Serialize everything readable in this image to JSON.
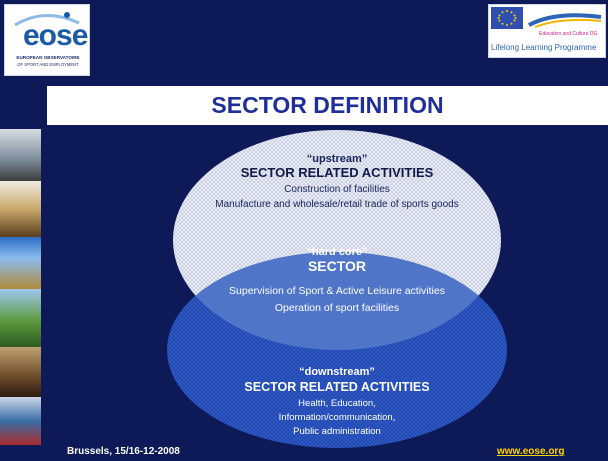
{
  "logo": {
    "acronym": "eose",
    "line1": "EUROPEAN OBSERVATOIRE",
    "line2": "OF SPORT AND EMPLOYMENT"
  },
  "eu_logo": {
    "caption": "Education and Culture DG",
    "program": "Lifelong Learning Programme"
  },
  "title": "SECTOR DEFINITION",
  "upstream": {
    "quote": "“upstream”",
    "heading": "SECTOR RELATED ACTIVITIES",
    "line1": "Construction of facilities",
    "line2": "Manufacture and wholesale/retail trade of sports goods"
  },
  "hardcore": {
    "quote": "“hard core”",
    "heading": "SECTOR",
    "line1": "Supervision of Sport & Active Leisure activities",
    "line2": "Operation of sport facilities"
  },
  "downstream": {
    "quote": "“downstream”",
    "heading": "SECTOR RELATED ACTIVITIES",
    "line1": "Health, Education,",
    "line2": "Information/communication,",
    "line3": "Public administration"
  },
  "footer": {
    "left": "Brussels, 15/16-12-2008",
    "right": "www.eose.org"
  },
  "colors": {
    "background": "#0d1a57",
    "title": "#1f2f9a",
    "link": "#ffd400"
  }
}
